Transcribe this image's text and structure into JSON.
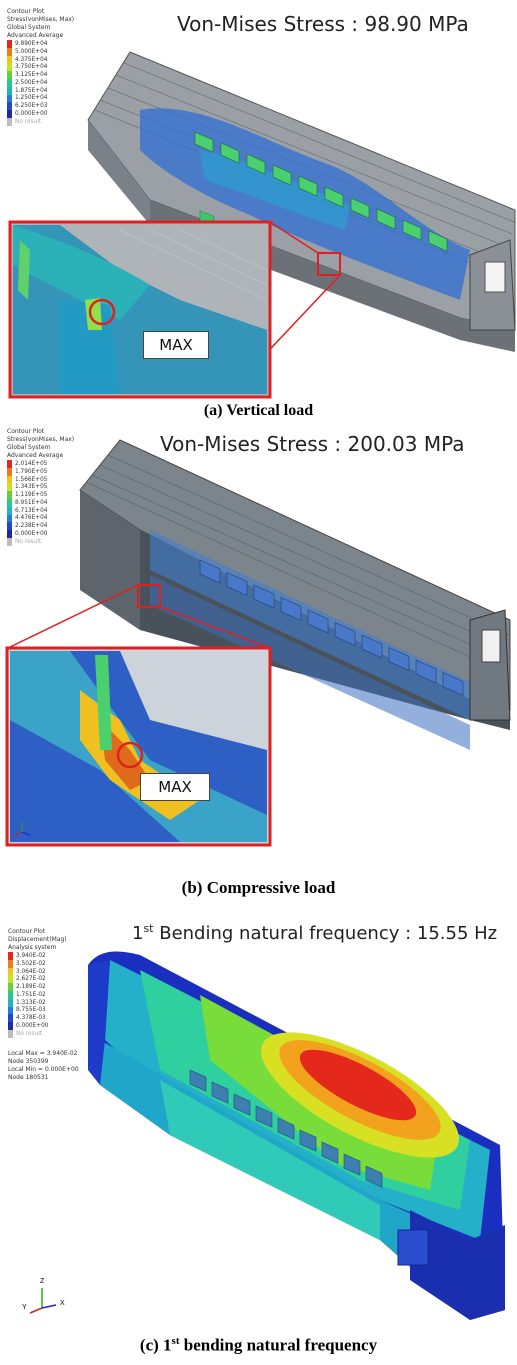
{
  "panel_a": {
    "title": "Von-Mises Stress : 98.90 MPa",
    "legend_header": [
      "Contour Plot",
      "Stress(vonMises, Max)",
      "Global System",
      "Advanced Average"
    ],
    "legend_values": [
      "9.890E+04",
      "5.000E+04",
      "4.375E+04",
      "3.750E+04",
      "3.125E+04",
      "2.500E+04",
      "1.875E+04",
      "1.250E+04",
      "6.250E+03",
      "0.000E+00"
    ],
    "no_result": "No result",
    "max_label": "MAX",
    "caption": "(a) Vertical load"
  },
  "panel_b": {
    "title": "Von-Mises Stress : 200.03 MPa",
    "legend_header": [
      "Contour Plot",
      "Stress(vonMises, Max)",
      "Global System",
      "Advanced Average"
    ],
    "legend_values": [
      "2.014E+05",
      "1.790E+05",
      "1.566E+05",
      "1.343E+05",
      "1.119E+05",
      "8.951E+04",
      "6.713E+04",
      "4.476E+04",
      "2.238E+04",
      "0.000E+00"
    ],
    "no_result": "No result",
    "max_label": "MAX",
    "caption": "(b) Compressive load"
  },
  "panel_c": {
    "title_sup": "st",
    "title_pre": "1",
    "title_rest": " Bending natural frequency : 15.55 Hz",
    "legend_header": [
      "Contour Plot",
      "Displacement(Mag)",
      "Analysis system"
    ],
    "legend_values": [
      "3.940E-02",
      "3.502E-02",
      "3.064E-02",
      "2.627E-02",
      "2.189E-02",
      "1.751E-02",
      "1.313E-02",
      "8.755E-03",
      "4.378E-03",
      "0.000E+00"
    ],
    "no_result": "No result",
    "local_info": [
      "Local Max = 3.940E-02",
      "Node 350399",
      "Local Min = 0.000E+00",
      "Node 180531"
    ],
    "axes": {
      "z": "Z",
      "y": "Y",
      "x": "X"
    },
    "caption_pre": "(c) 1",
    "caption_sup": "st",
    "caption_rest": " bending natural frequency"
  },
  "colors": {
    "scale": [
      "#e4281c",
      "#ee7b1e",
      "#f3c61f",
      "#c7e324",
      "#63d23a",
      "#27c98c",
      "#23b3c7",
      "#1f7fd6",
      "#2048c8",
      "#202aa0"
    ],
    "highlight_red": "#e02020",
    "grey_no_result": "#bcbcbc"
  }
}
